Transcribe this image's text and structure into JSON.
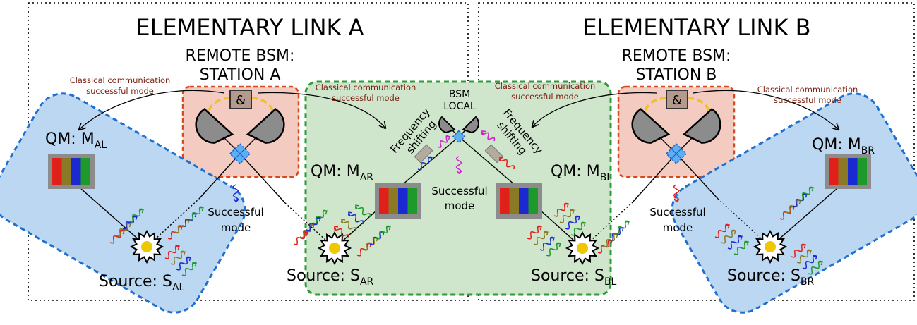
{
  "link_a": {
    "title": "ELEMENTARY LINK A",
    "station_line1": "REMOTE BSM:",
    "station_line2": "STATION A"
  },
  "link_b": {
    "title": "ELEMENTARY LINK B",
    "station_line1": "REMOTE BSM:",
    "station_line2": "STATION B"
  },
  "and_gate_label": "&",
  "classical_comm": {
    "line1": "Classical communication",
    "line2": "successful mode"
  },
  "frequency_shifting": {
    "line1": "Frequency",
    "line2": "shifting"
  },
  "bsm_local": {
    "line1": "BSM",
    "line2": "LOCAL"
  },
  "successful_mode": {
    "line1": "Successful",
    "line2": "mode"
  },
  "qm": {
    "prefix": "QM: M",
    "al": "AL",
    "ar": "AR",
    "bl": "BL",
    "br": "BR"
  },
  "source": {
    "prefix": "Source: S",
    "al": "AL",
    "ar": "AR",
    "bl": "BL",
    "br": "BR"
  },
  "colors": {
    "blue_region": "#bcd7f2",
    "blue_border": "#1f6fd1",
    "green_region": "#cfe6cc",
    "green_border": "#2f9a3a",
    "red_region": "#f4cbc1",
    "red_border": "#d84a1d",
    "photon_red": "#e0201a",
    "photon_olive": "#8a7a25",
    "photon_blue": "#1a2ad0",
    "photon_green": "#1d9a2a",
    "photon_magenta": "#d21fd0",
    "detector_gray": "#8c8c8c",
    "beamsplitter": "#5ab0f0",
    "dashed_yellow": "#f0c12a",
    "comm_text": "#7a1e10"
  }
}
